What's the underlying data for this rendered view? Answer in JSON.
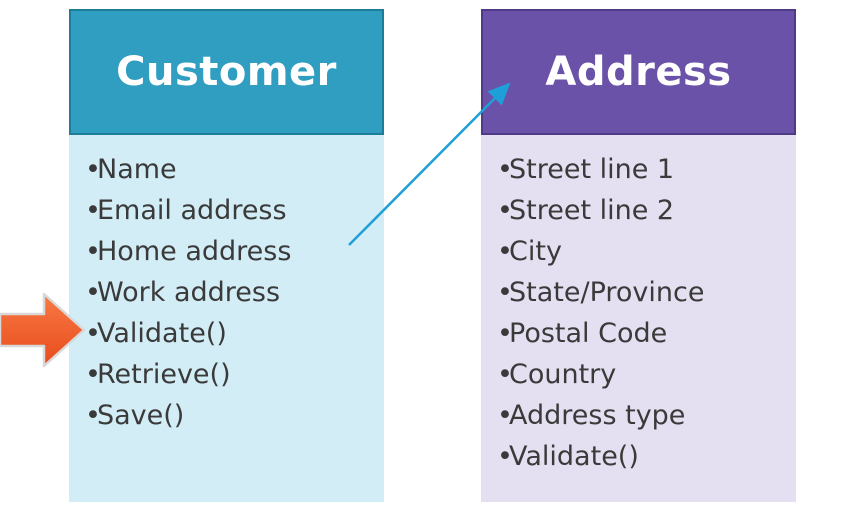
{
  "customer": {
    "title": "Customer",
    "members": [
      "Name",
      "Email address",
      "Home address",
      "Work address",
      "Validate()",
      "Retrieve()",
      "Save()"
    ]
  },
  "address": {
    "title": "Address",
    "members": [
      "Street line 1",
      "Street line 2",
      "City",
      "State/Province",
      "Postal Code",
      "Country",
      "Address type",
      "Validate()"
    ]
  },
  "colors": {
    "customer_header": "#2f9ec0",
    "customer_body": "#d3edf6",
    "address_header": "#6a52a8",
    "address_body": "#e4e0f1",
    "association_arrow": "#1e9fd8",
    "pointer_arrow": "#f05a28"
  },
  "bullet_glyph": "•"
}
